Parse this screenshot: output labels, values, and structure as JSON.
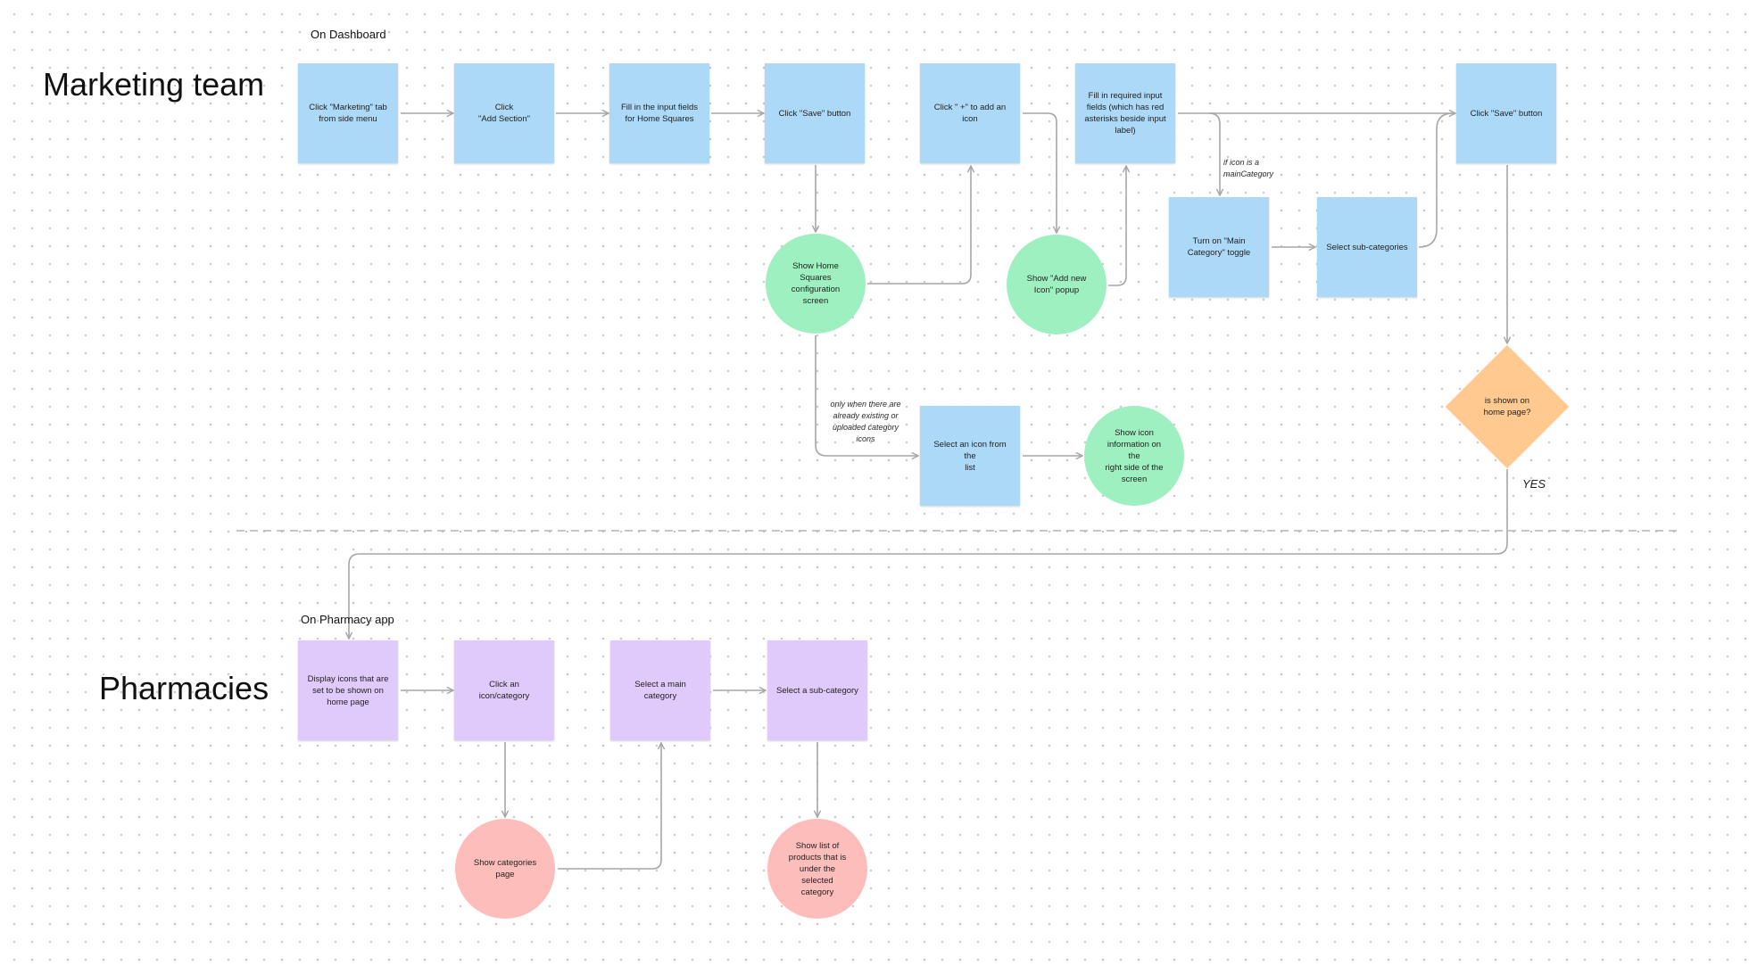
{
  "sections": {
    "marketing": {
      "title": "Marketing team",
      "context": "On Dashboard"
    },
    "pharmacies": {
      "title": "Pharmacies",
      "context": "On Pharmacy app"
    }
  },
  "nodes": {
    "m1": "Click \"Marketing\" tab\nfrom side menu",
    "m2": "Click\n\"Add Section\"",
    "m3": "Fill in the input fields\nfor Home Squares",
    "m4": "Click \"Save\" button",
    "m5": "Click \" +\"  to add an\nicon",
    "m6": "Fill in required input\nfields (which has red\nasterisks beside input\nlabel)",
    "m7": "Click \"Save\" button",
    "m8": "Turn on \"Main\nCategory\" toggle",
    "m9": "Select sub-categories",
    "m10": "Show Home\nSquares\nconfiguration\nscreen",
    "m11": "Show \"Add new\nIcon\" popup",
    "m12": "Select an icon from the\nlist",
    "m13": "Show icon\ninformation on the\nright side of the\nscreen",
    "decision": "is shown on\nhome page?",
    "p1": "Display icons that are\nset to be shown on\nhome page",
    "p2": "Click an icon/category",
    "p3": "Select a main category",
    "p4": "Select a sub-category",
    "p5": "Show categories\npage",
    "p6": "Show list of\nproducts that is\nunder the selected\ncategory"
  },
  "annotations": {
    "main_category_note": "if icon is a\nmainCategory",
    "existing_icons_note": "only when there are\nalready existing or\nuploaded category\nicons",
    "yes": "YES"
  },
  "colors": {
    "action": "#add9f8",
    "screen": "#9ef0c0",
    "decision": "#ffc990",
    "pharmacy_action": "#e0c9fb",
    "pharmacy_screen": "#fdbdbb",
    "connector": "#a6a6a6",
    "divider": "#b4b4b4"
  }
}
